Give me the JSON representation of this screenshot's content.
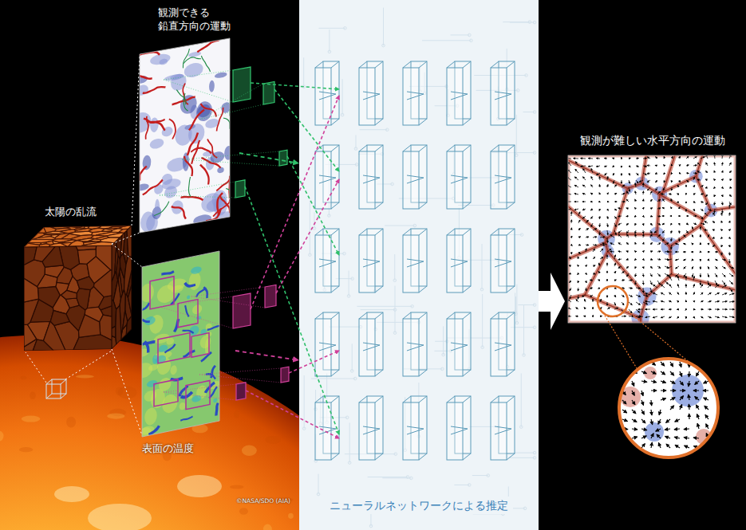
{
  "diagram": {
    "nodes": [
      {
        "text": [
          "観測できる 鉛直方向の運動"
        ]
      },
      {
        "text": [
          "太陽の乱流"
        ]
      },
      {
        "text": [
          "表面の温度"
        ]
      },
      {
        "text": [
          "ニューラルネットワークによる推定"
        ]
      },
      {
        "text": [
          "観測が難しい水平方向の運動"
        ]
      }
    ],
    "edges": [
      {
        "from": 0,
        "to": 3,
        "arrow": "to"
      },
      {
        "from": 2,
        "to": 3,
        "arrow": "to"
      },
      {
        "from": 3,
        "to": 4,
        "arrow": "to"
      }
    ],
    "labels": [
      "©NASA/SDO (AIA)"
    ]
  }
}
